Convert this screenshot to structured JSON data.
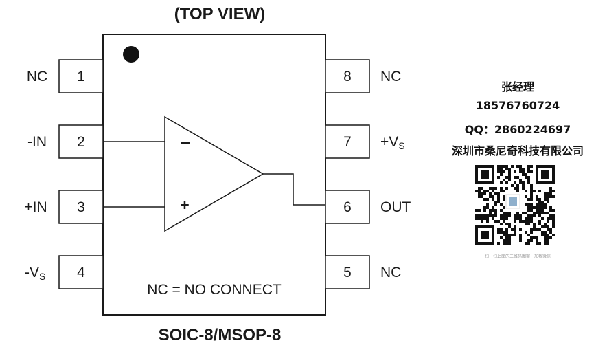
{
  "header": {
    "title": "(TOP VIEW)"
  },
  "footer": {
    "package": "SOIC-8/MSOP-8"
  },
  "ic": {
    "note": "NC = NO CONNECT",
    "opamp": {
      "minus_sign": "−",
      "plus_sign": "+"
    }
  },
  "pins_left": [
    {
      "num": "1",
      "label": "NC"
    },
    {
      "num": "2",
      "label": "-IN"
    },
    {
      "num": "3",
      "label": "+IN"
    },
    {
      "num": "4",
      "label": "-V",
      "sub": "S"
    }
  ],
  "pins_right": [
    {
      "num": "8",
      "label": "NC"
    },
    {
      "num": "7",
      "label": "+V",
      "sub": "S"
    },
    {
      "num": "6",
      "label": "OUT"
    },
    {
      "num": "5",
      "label": "NC"
    }
  ],
  "contact": {
    "name": "张经理",
    "phone": "18576760724",
    "qq": "QQ：2860224697",
    "company": "深圳市桑尼奇科技有限公司",
    "qr_caption": "扫一扫上面的二维码图案，加我微信"
  },
  "colors": {
    "ink": "#1a1a1a",
    "background": "#ffffff"
  }
}
